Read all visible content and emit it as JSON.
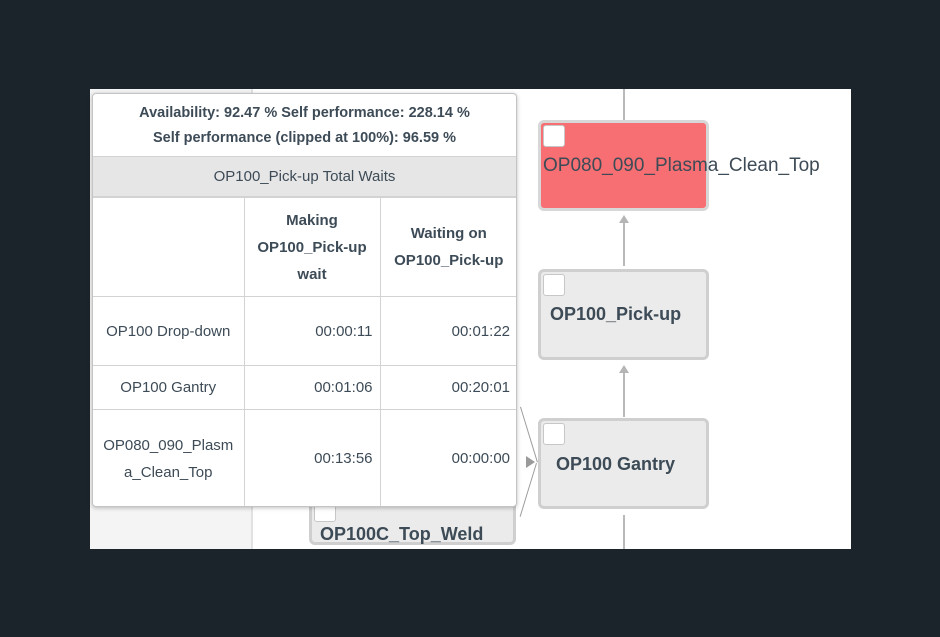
{
  "tooltip": {
    "line1": "Availability: 92.47 % Self performance: 228.14 %",
    "line2": "Self performance (clipped at 100%): 96.59 %",
    "section_title": "OP100_Pick-up Total Waits",
    "columns": [
      "",
      "Making OP100_Pick-up wait",
      "Waiting on OP100_Pick-up"
    ],
    "rows": [
      {
        "name": "OP100 Drop-down",
        "making": "00:00:11",
        "waiting": "00:01:22"
      },
      {
        "name": "OP100 Gantry",
        "making": "00:01:06",
        "waiting": "00:20:01"
      },
      {
        "name": "OP080_090_Plasma_Clean_Top",
        "making": "00:13:56",
        "waiting": "00:00:00"
      }
    ]
  },
  "nodes": {
    "plasma": "OP080_090_Plasma_Clean_Top",
    "pickup": "OP100_Pick-up",
    "gantry": "OP100 Gantry",
    "topweld": "OP100C_Top_Weld"
  },
  "colors": {
    "highlight_node": "#f76f72",
    "node_bg": "#ebebeb",
    "outer_bg": "#1b232b"
  }
}
